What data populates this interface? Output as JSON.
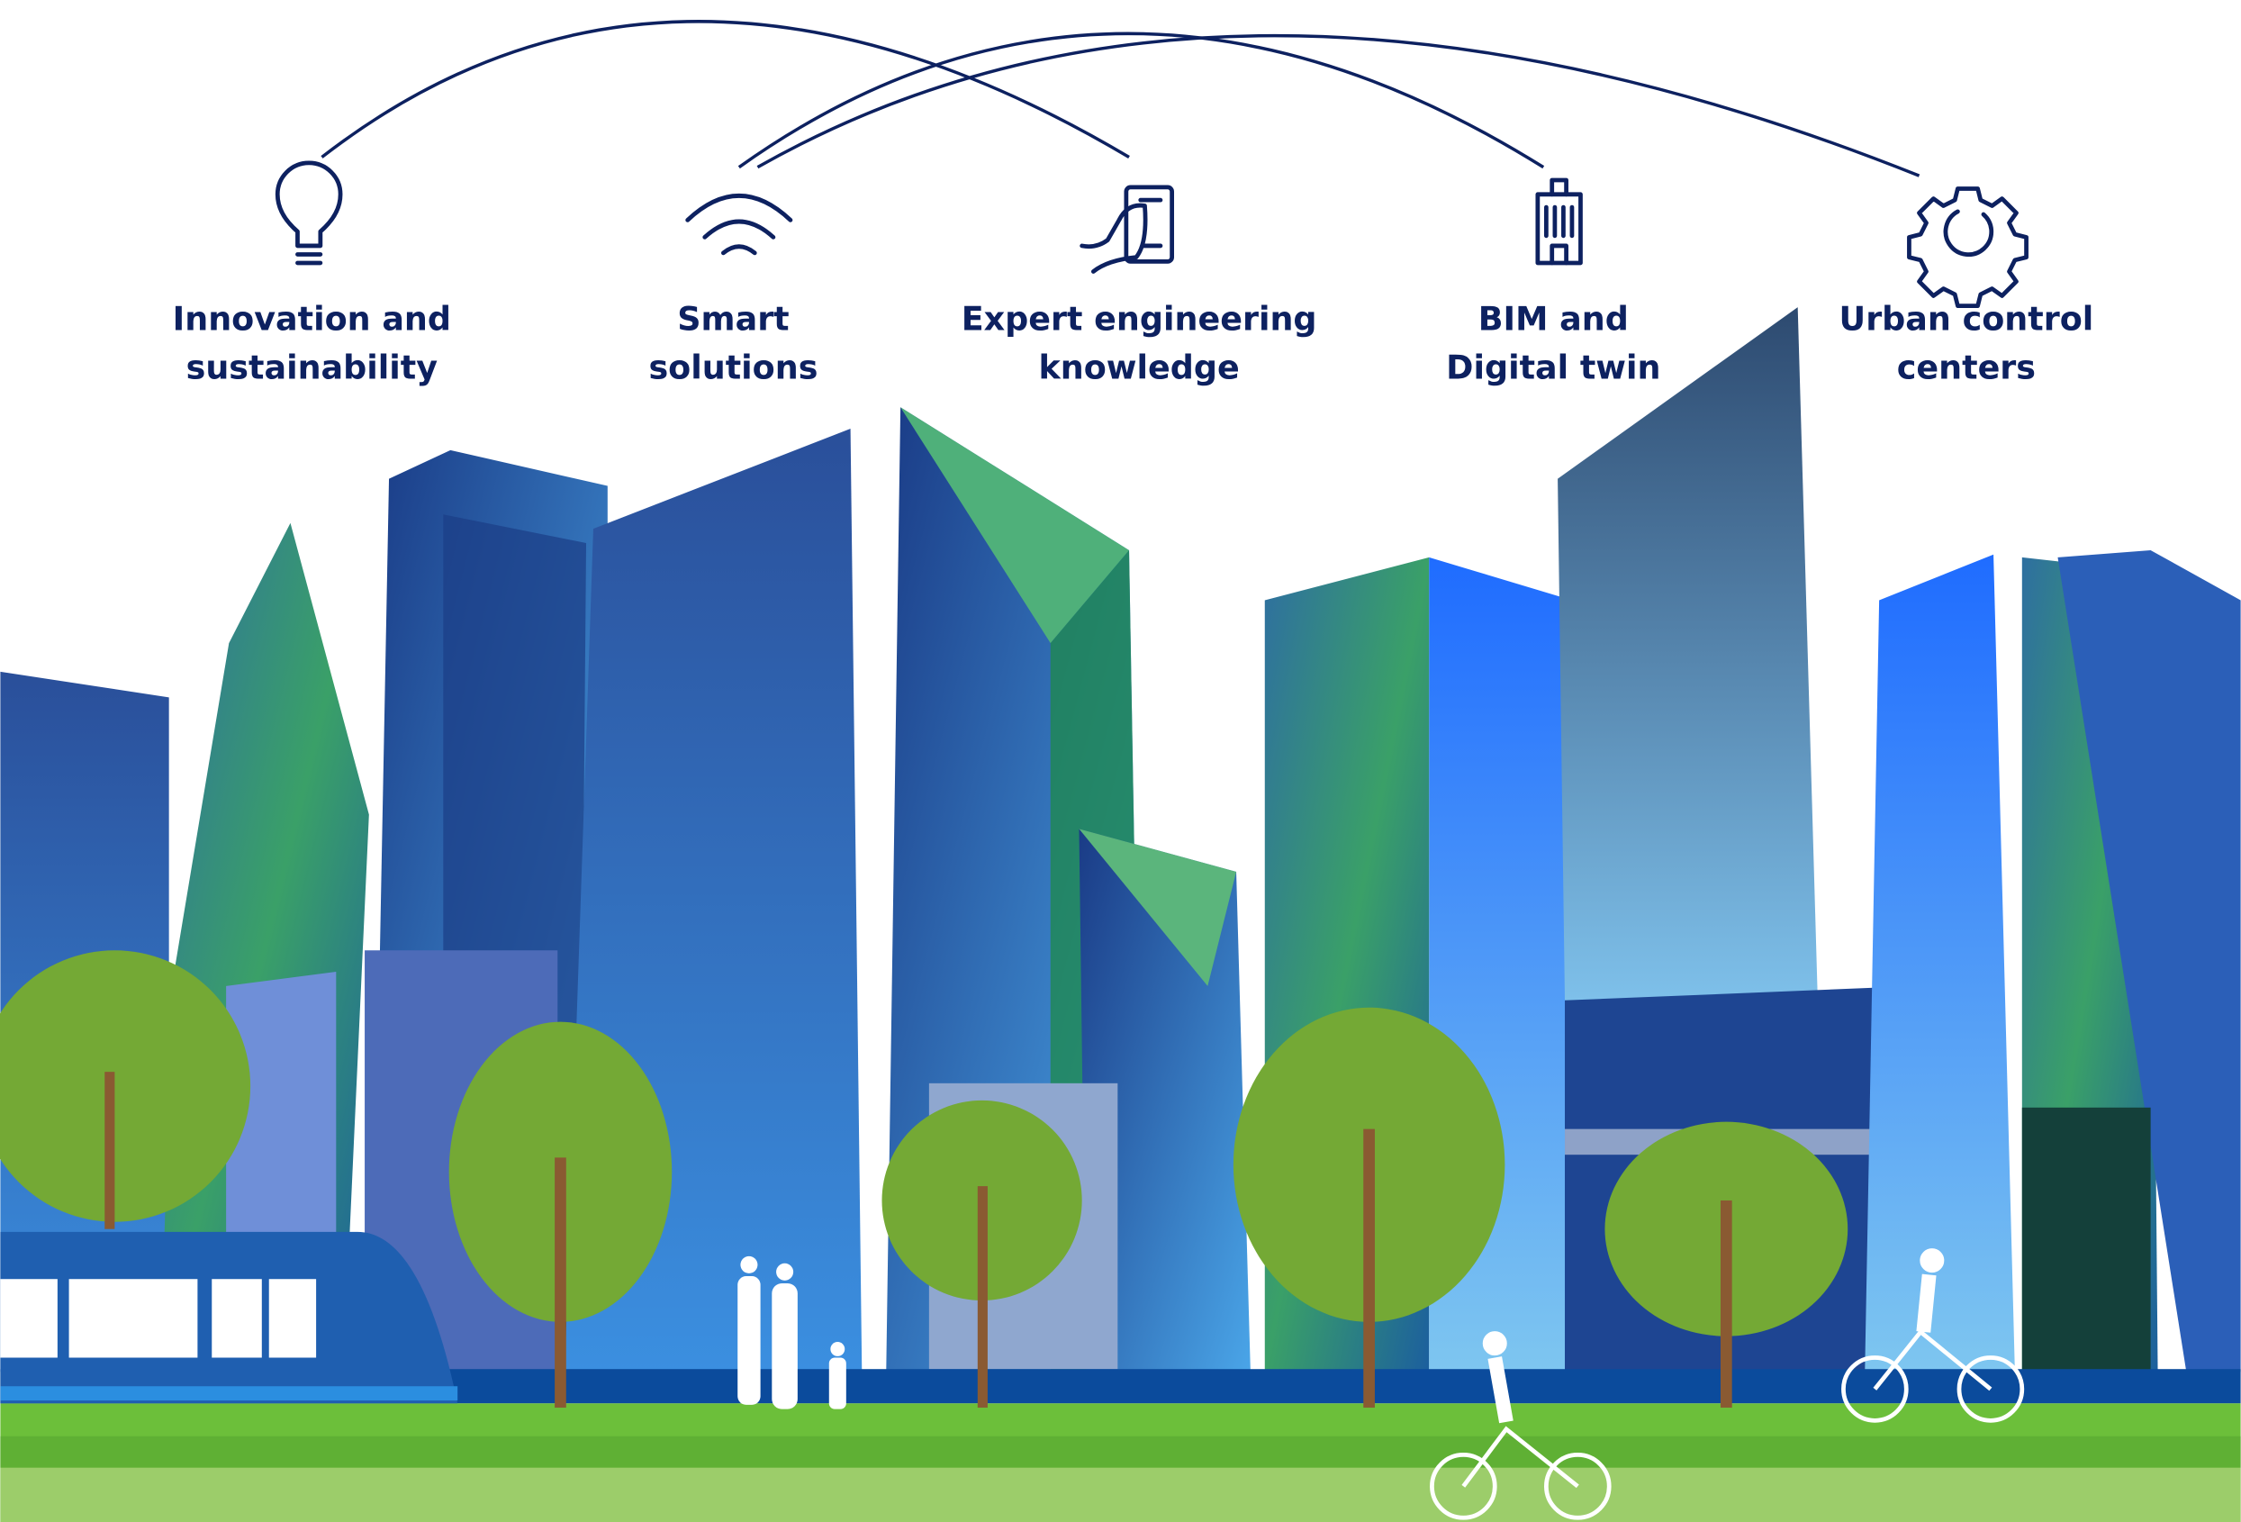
{
  "features": [
    {
      "icon": "lightbulb-icon",
      "line1": "Innovation and",
      "line2": "sustainability"
    },
    {
      "icon": "wifi-icon",
      "line1": "Smart",
      "line2": "solutions"
    },
    {
      "icon": "hand-phone-icon",
      "line1": "Expert engineering",
      "line2": "knowledge"
    },
    {
      "icon": "building-icon",
      "line1": "BIM and",
      "line2": "Digital twin"
    },
    {
      "icon": "gear-icon",
      "line1": "Urban control",
      "line2": "centers"
    }
  ],
  "colors": {
    "text": "#0d2160",
    "grass": "#6cbf3a",
    "road": "#0b4b9c",
    "tree": "#74a935",
    "trunk": "#8a5a32"
  }
}
